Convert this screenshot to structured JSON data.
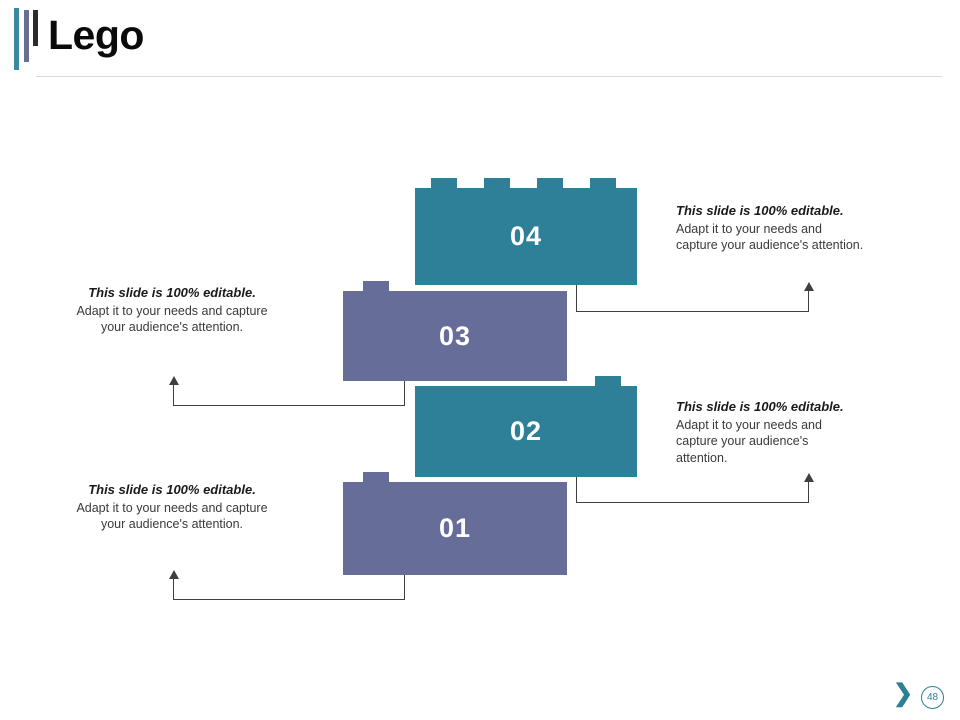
{
  "header": {
    "title": "Lego",
    "accent_colors": [
      "#3c8a9e",
      "#676f93",
      "#2b2b2b"
    ]
  },
  "theme": {
    "teal": "#2e8098",
    "purple": "#676d99",
    "line": "#3f3f3f",
    "text": "#3a3a3a"
  },
  "blocks": [
    {
      "id": "04",
      "label": "04",
      "color": "#2e8098",
      "studs": 4,
      "stud_side": "top-row"
    },
    {
      "id": "03",
      "label": "03",
      "color": "#676d99",
      "studs": 1,
      "stud_side": "left"
    },
    {
      "id": "02",
      "label": "02",
      "color": "#2e8098",
      "studs": 1,
      "stud_side": "right"
    },
    {
      "id": "01",
      "label": "01",
      "color": "#676d99",
      "studs": 1,
      "stud_side": "left"
    }
  ],
  "callouts": [
    {
      "id": "callout-04",
      "side": "right",
      "title": "This slide is 100% editable.",
      "body": "Adapt it to your needs and\ncapture your audience's attention."
    },
    {
      "id": "callout-03",
      "side": "left",
      "title": "This slide is 100% editable.",
      "body": "Adapt it to your needs and capture\nyour audience's attention."
    },
    {
      "id": "callout-02",
      "side": "right",
      "title": "This slide is 100% editable.",
      "body": "Adapt it to your needs and\ncapture your audience's\nattention."
    },
    {
      "id": "callout-01",
      "side": "left",
      "title": "This slide is 100% editable.",
      "body": "Adapt it to your needs and capture\nyour audience's attention."
    }
  ],
  "footer": {
    "chevron": "❯",
    "page_number": "48"
  }
}
